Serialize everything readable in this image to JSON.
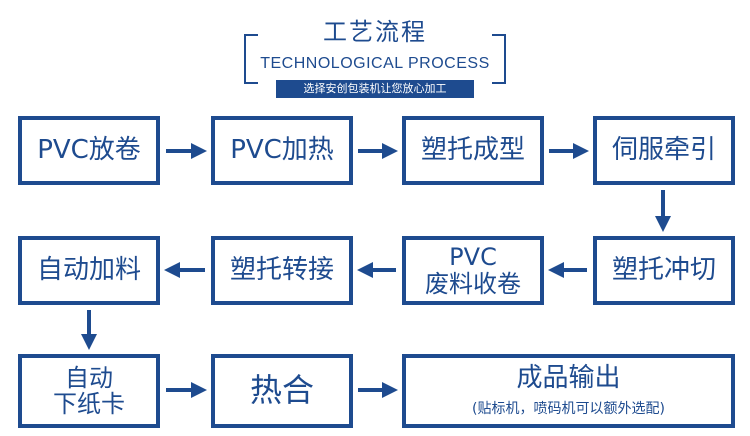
{
  "header": {
    "title_cn": "工艺流程",
    "title_en": "TECHNOLOGICAL PROCESS",
    "slogan": "选择安创包装机让您放心加工"
  },
  "steps": {
    "s1": "PVC放卷",
    "s2": "PVC加热",
    "s3": "塑托成型",
    "s4": "伺服牵引",
    "s5": "塑托冲切",
    "s6_line1": "PVC",
    "s6_line2": "废料收卷",
    "s7": "塑托转接",
    "s8": "自动加料",
    "s9_line1": "自动",
    "s9_line2": "下纸卡",
    "s10": "热合",
    "s11": "成品输出",
    "s11_note": "(贴标机，喷码机可以额外选配)"
  },
  "colors": {
    "primary": "#1e4b8f",
    "background": "#ffffff"
  }
}
